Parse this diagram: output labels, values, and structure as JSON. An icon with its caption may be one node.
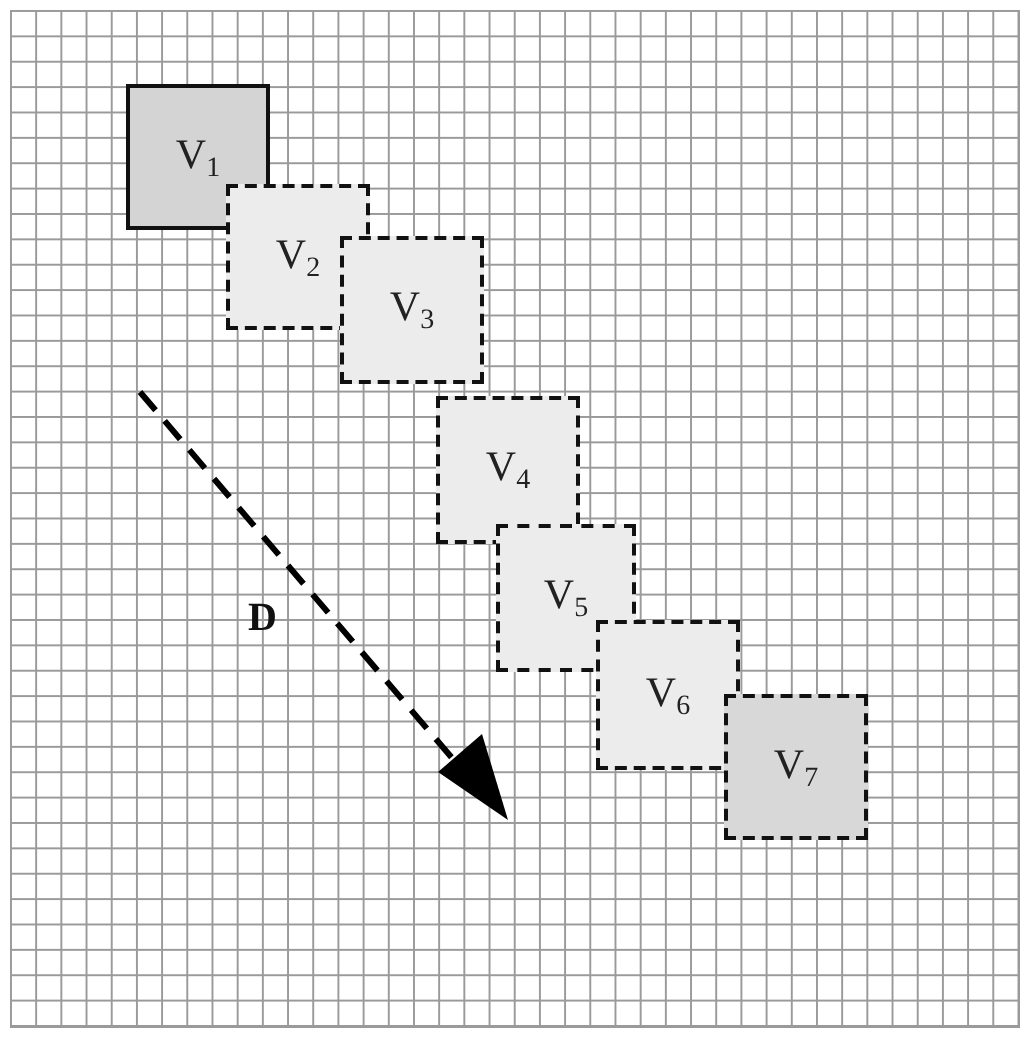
{
  "diagram": {
    "nodes": [
      {
        "text": [
          "V$_{1}$"
        ]
      },
      {
        "text": [
          "V$_{2}$"
        ]
      },
      {
        "text": [
          "V$_{3}$"
        ]
      },
      {
        "text": [
          "V$_{4}$"
        ]
      },
      {
        "text": [
          "V$_{5}$"
        ]
      },
      {
        "text": [
          "V$_{6}$"
        ]
      },
      {
        "text": [
          "V$_{7}$"
        ]
      }
    ],
    "labels": [
      "D"
    ]
  }
}
